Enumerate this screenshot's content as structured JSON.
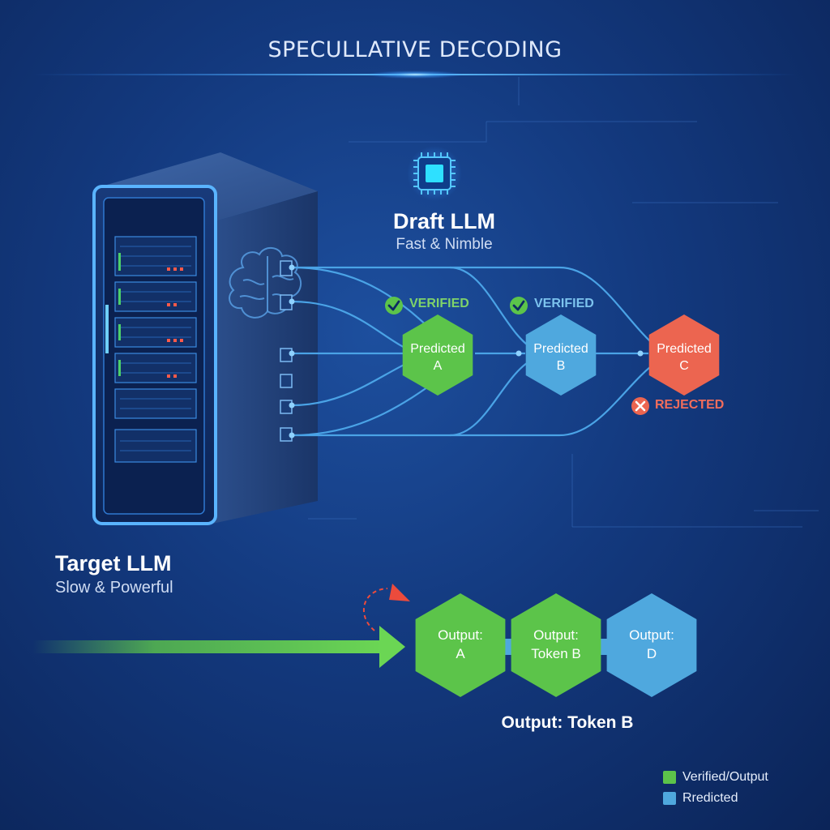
{
  "title": "SPECULLATIVE DECODING",
  "draft_model": {
    "name": "Draft LLM",
    "tagline": "Fast & Nimble"
  },
  "target_model": {
    "name": "Target LLM",
    "tagline": "Slow & Powerful"
  },
  "predictions": [
    {
      "line1": "Predicted",
      "line2": "A",
      "color": "#5cc44a"
    },
    {
      "line1": "Predicted",
      "line2": "B",
      "color": "#4fa8de"
    },
    {
      "line1": "Predicted",
      "line2": "C",
      "color": "#ec6550"
    }
  ],
  "statuses": {
    "verified_a": "VERIFIED",
    "verified_b": "VERIFIED",
    "rejected_c": "REJECTED"
  },
  "outputs": [
    {
      "line1": "Output:",
      "line2": "A",
      "color": "#5cc44a"
    },
    {
      "line1": "Output:",
      "line2": "Token B",
      "color": "#5cc44a"
    },
    {
      "line1": "Output:",
      "line2": "D",
      "color": "#4fa8de"
    }
  ],
  "output_caption": "Output: Token B",
  "legend": [
    {
      "label": "Verified/Output",
      "color": "#5cc44a"
    },
    {
      "label": "Rredicted",
      "color": "#4fa8de"
    }
  ],
  "colors": {
    "background": "#13397e",
    "verified": "#5cc44a",
    "predicted": "#4fa8de",
    "rejected": "#ec6550",
    "connector": "#4aa3e6",
    "chip": "#2ee0ff"
  },
  "icons": {
    "chip": "cpu-chip-icon",
    "server": "server-rack-icon",
    "brain": "brain-icon",
    "check": "check-circle-icon",
    "cross": "x-circle-icon",
    "arrow": "arrow-right-icon",
    "loop": "curved-arrow-icon"
  }
}
